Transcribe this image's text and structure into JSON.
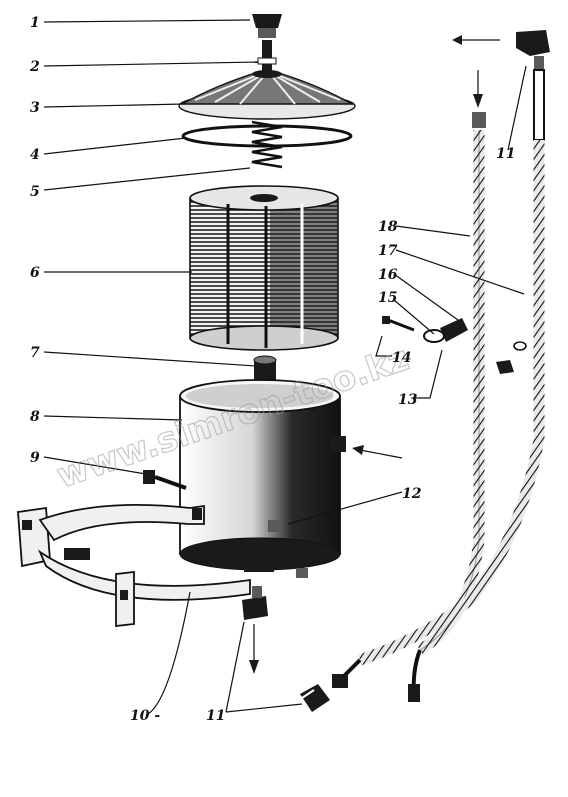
{
  "labels": {
    "l1": "1",
    "l2": "2",
    "l3": "3",
    "l4": "4",
    "l5": "5",
    "l6": "6",
    "l7": "7",
    "l8": "8",
    "l9": "9",
    "l10": "10 -",
    "l11a": "11",
    "l11b": "11",
    "l12": "12",
    "l13": "13",
    "l14": "14",
    "l15": "15",
    "l16": "16",
    "l17": "17",
    "l18": "18"
  },
  "watermark": "www.simron-too.kz"
}
